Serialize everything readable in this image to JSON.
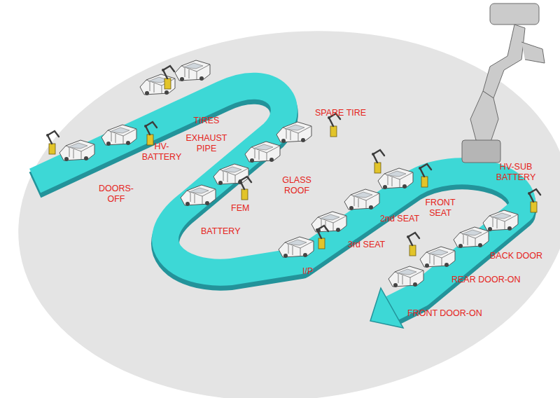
{
  "diagram": {
    "labels": [
      "DOORS- OFF",
      "HV- BATTERY",
      "EXHAUST PIPE",
      "TIRES",
      "SPARE TIRE",
      "GLASS ROOF",
      "FEM",
      "BATTERY",
      "I/P",
      "3rd SEAT",
      "2nd SEAT",
      "FRONT SEAT",
      "HV-SUB BATTERY",
      "BACK DOOR",
      "REAR DOOR-ON",
      "FRONT DOOR-ON"
    ]
  }
}
